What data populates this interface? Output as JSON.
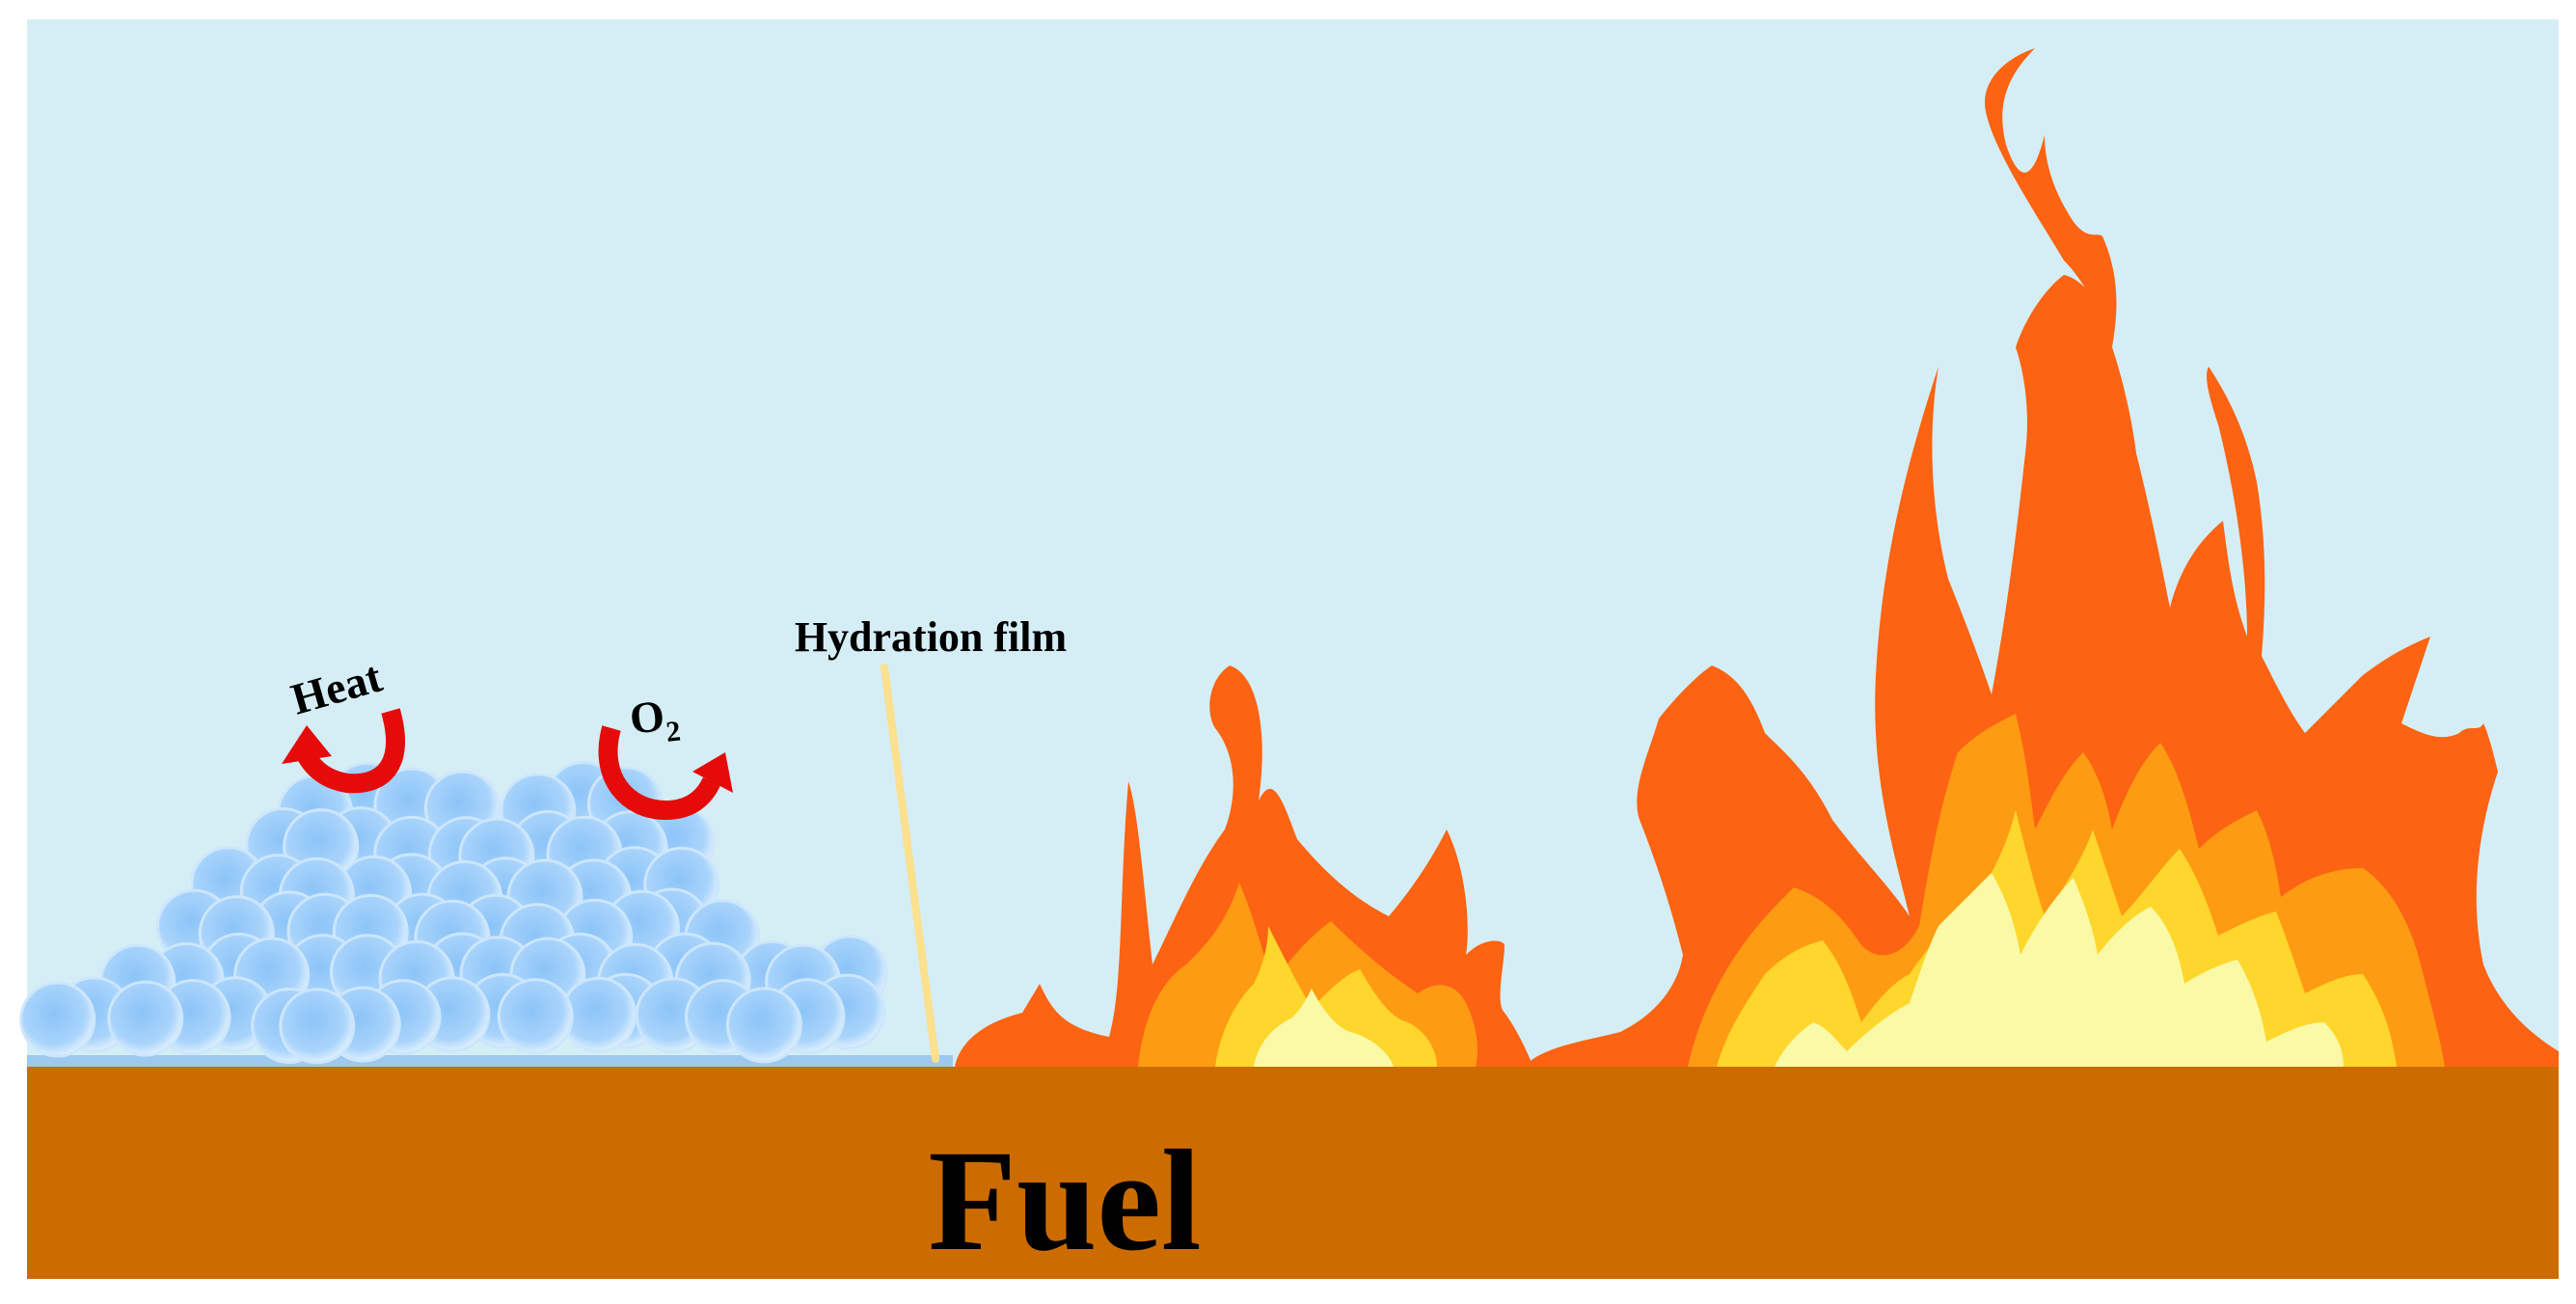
{
  "labels": {
    "heat": "Heat",
    "oxygen": "O",
    "oxygen_subscript": "2",
    "hydration_film": "Hydration film",
    "fuel": "Fuel"
  },
  "colors": {
    "sky": "#d5eef6",
    "fuel": "#cc6c00",
    "particle_fill": "#a9d4fb",
    "particle_edge": "#cce6fc",
    "film_layer": "#9cc9ee",
    "film_line": "#fbe08d",
    "arrow_red": "#e50b0b",
    "flame_outer": "#fc6312",
    "flame_mid": "#fd9b13",
    "flame_inner": "#ffd62b",
    "flame_core": "#f9f9a6"
  },
  "icons": {
    "heat_arrow": "curved-arrow-icon",
    "oxygen_arrow": "curved-arrow-icon"
  }
}
